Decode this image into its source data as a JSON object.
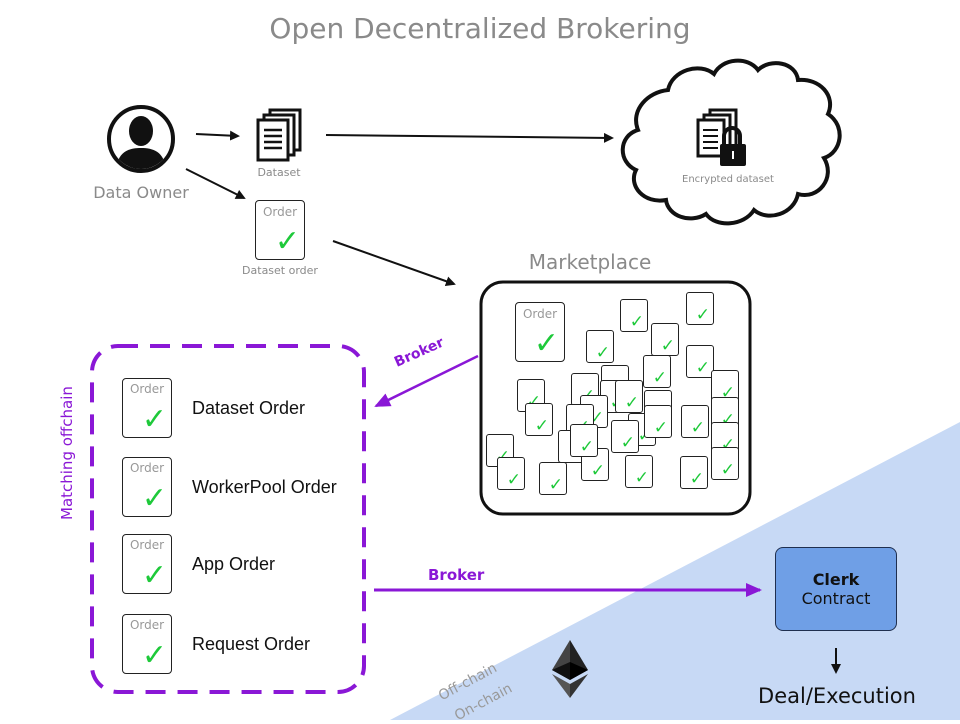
{
  "title": "Open Decentralized Brokering",
  "data_owner": {
    "label": "Data Owner",
    "icon": "user-silhouette-icon"
  },
  "dataset": {
    "label": "Dataset",
    "icon": "documents-icon"
  },
  "dataset_order": {
    "card_text": "Order",
    "check": "✓",
    "label": "Dataset order"
  },
  "cloud": {
    "label": "Encrypted dataset",
    "icon": "locked-documents-icon"
  },
  "marketplace": {
    "title": "Marketplace",
    "featured_card_text": "Order",
    "check": "✓"
  },
  "matching": {
    "side_label": "Matching offchain",
    "card_text": "Order",
    "check": "✓",
    "orders": [
      {
        "label": "Dataset Order"
      },
      {
        "label": "WorkerPool Order"
      },
      {
        "label": "App Order"
      },
      {
        "label": "Request Order"
      }
    ]
  },
  "arrows": {
    "broker_top": "Broker",
    "broker_bottom": "Broker"
  },
  "clerk": {
    "line1": "Clerk",
    "line2": "Contract"
  },
  "deal": {
    "label": "Deal/Execution"
  },
  "chain": {
    "off_label": "Off-chain",
    "on_label": "On-chain",
    "icon": "ethereum-icon"
  },
  "colors": {
    "purple": "#8a17d6",
    "green": "#1ec93a",
    "onchain_bg": "#c7d9f5",
    "clerk_fill": "#6f9fe6",
    "gray_text": "#8a8a8a"
  }
}
